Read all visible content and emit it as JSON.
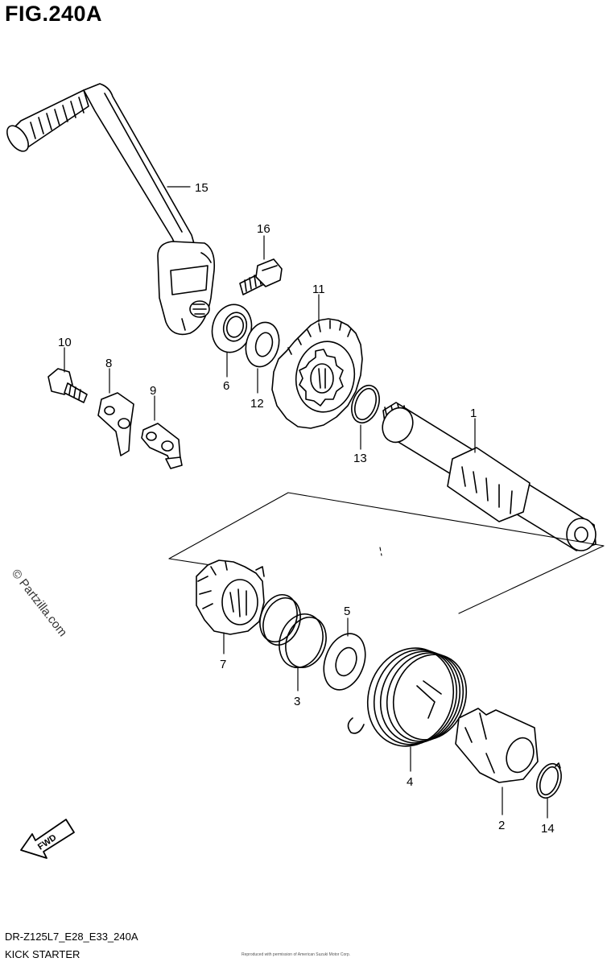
{
  "figure": {
    "title": "FIG.240A",
    "model_code": "DR-Z125L7_E28_E33_240A",
    "section_name": "KICK STARTER",
    "watermark": "© Partzilla.com",
    "fwd_label": "FWD",
    "fine_print": "Reproduced with permission of American Suzuki Motor Corp."
  },
  "callouts": {
    "p1": "1",
    "p2": "2",
    "p3": "3",
    "p4": "4",
    "p5": "5",
    "p6": "6",
    "p7": "7",
    "p8": "8",
    "p9": "9",
    "p10": "10",
    "p11": "11",
    "p12": "12",
    "p13": "13",
    "p14": "14",
    "p15": "15",
    "p16": "16"
  }
}
